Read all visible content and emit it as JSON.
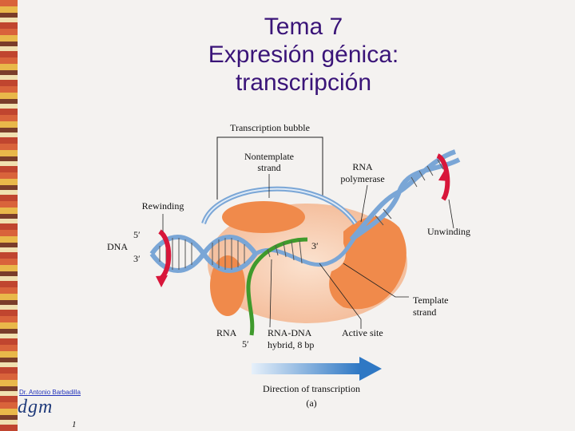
{
  "slide": {
    "title_line1": "Tema 7",
    "title_line2": "Expresión génica:",
    "title_line3": "transcripción",
    "author": "Dr. Antonio Barbadilla",
    "logo_text": "dgm",
    "page_number": "1"
  },
  "figure": {
    "labels": {
      "transcription_bubble": "Transcription bubble",
      "nontemplate_1": "Nontemplate",
      "nontemplate_2": "strand",
      "rna_polymerase_1": "RNA",
      "rna_polymerase_2": "polymerase",
      "rewinding": "Rewinding",
      "five_prime_top": "5′",
      "dna": "DNA",
      "three_prime_bottom": "3′",
      "three_prime_rna": "3′",
      "unwinding": "Unwinding",
      "template_1": "Template",
      "template_2": "strand",
      "rna": "RNA",
      "five_prime_rna": "5′",
      "hybrid_1": "RNA-DNA",
      "hybrid_2": "hybrid, 8 bp",
      "active_site": "Active site",
      "direction": "Direction of transcription",
      "panel": "(a)"
    },
    "colors": {
      "title": "#3a1478",
      "dna_strand": "#7aa6d6",
      "rna_strand": "#3f9a2c",
      "polymerase": "#f08a4b",
      "enzyme_body": "#f7cdb0",
      "rotation_arrow": "#d8163a",
      "direction_arrow": "#2f78c4"
    }
  }
}
